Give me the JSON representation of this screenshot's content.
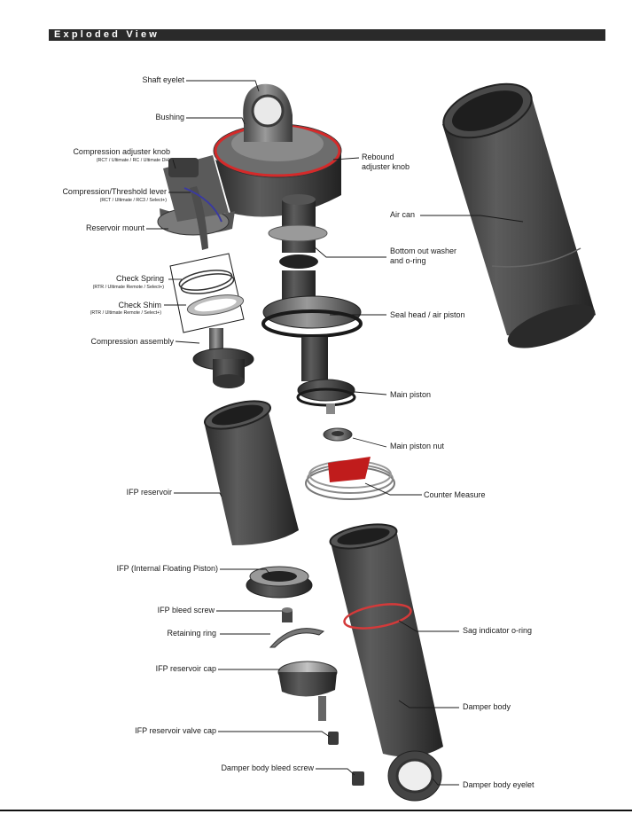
{
  "header": {
    "title": "Exploded View"
  },
  "labels": {
    "shaft_eyelet": "Shaft eyelet",
    "bushing": "Bushing",
    "compression_adjuster_knob": "Compression adjuster knob",
    "compression_adjuster_knob_sub": "(RCT / Ultimate / RC / Ultimate DH)",
    "compression_threshold_lever": "Compression/Threshold lever",
    "compression_threshold_lever_sub": "(RCT / Ultimate / RC3 / Select+)",
    "reservoir_mount": "Reservoir mount",
    "check_spring": "Check Spring",
    "check_spring_sub": "(RTR / Ultimate Remote / Select+)",
    "check_shim": "Check Shim",
    "check_shim_sub": "(RTR / Ultimate Remote / Select+)",
    "compression_assembly": "Compression assembly",
    "ifp_reservoir": "IFP reservoir",
    "ifp": "IFP (Internal Floating Piston)",
    "ifp_bleed_screw": "IFP bleed screw",
    "retaining_ring": "Retaining ring",
    "ifp_reservoir_cap": "IFP reservoir cap",
    "ifp_reservoir_valve_cap": "IFP reservoir valve cap",
    "damper_body_bleed_screw": "Damper body bleed screw",
    "rebound_adjuster_knob_1": "Rebound",
    "rebound_adjuster_knob_2": "adjuster knob",
    "air_can": "Air can",
    "bottom_out_washer_1": "Bottom out washer",
    "bottom_out_washer_2": "and o-ring",
    "seal_head": "Seal head / air piston",
    "main_piston": "Main piston",
    "main_piston_nut": "Main piston nut",
    "counter_measure": "Counter Measure",
    "sag_indicator": "Sag indicator o-ring",
    "damper_body": "Damper body",
    "damper_body_eyelet": "Damper body eyelet"
  },
  "colors": {
    "header_bg": "#2a2a2a",
    "part_dark": "#3b3b3b",
    "part_mid": "#5a5a5a",
    "accent_red": "#d42a2a",
    "leader_line": "#1a1a1a"
  }
}
